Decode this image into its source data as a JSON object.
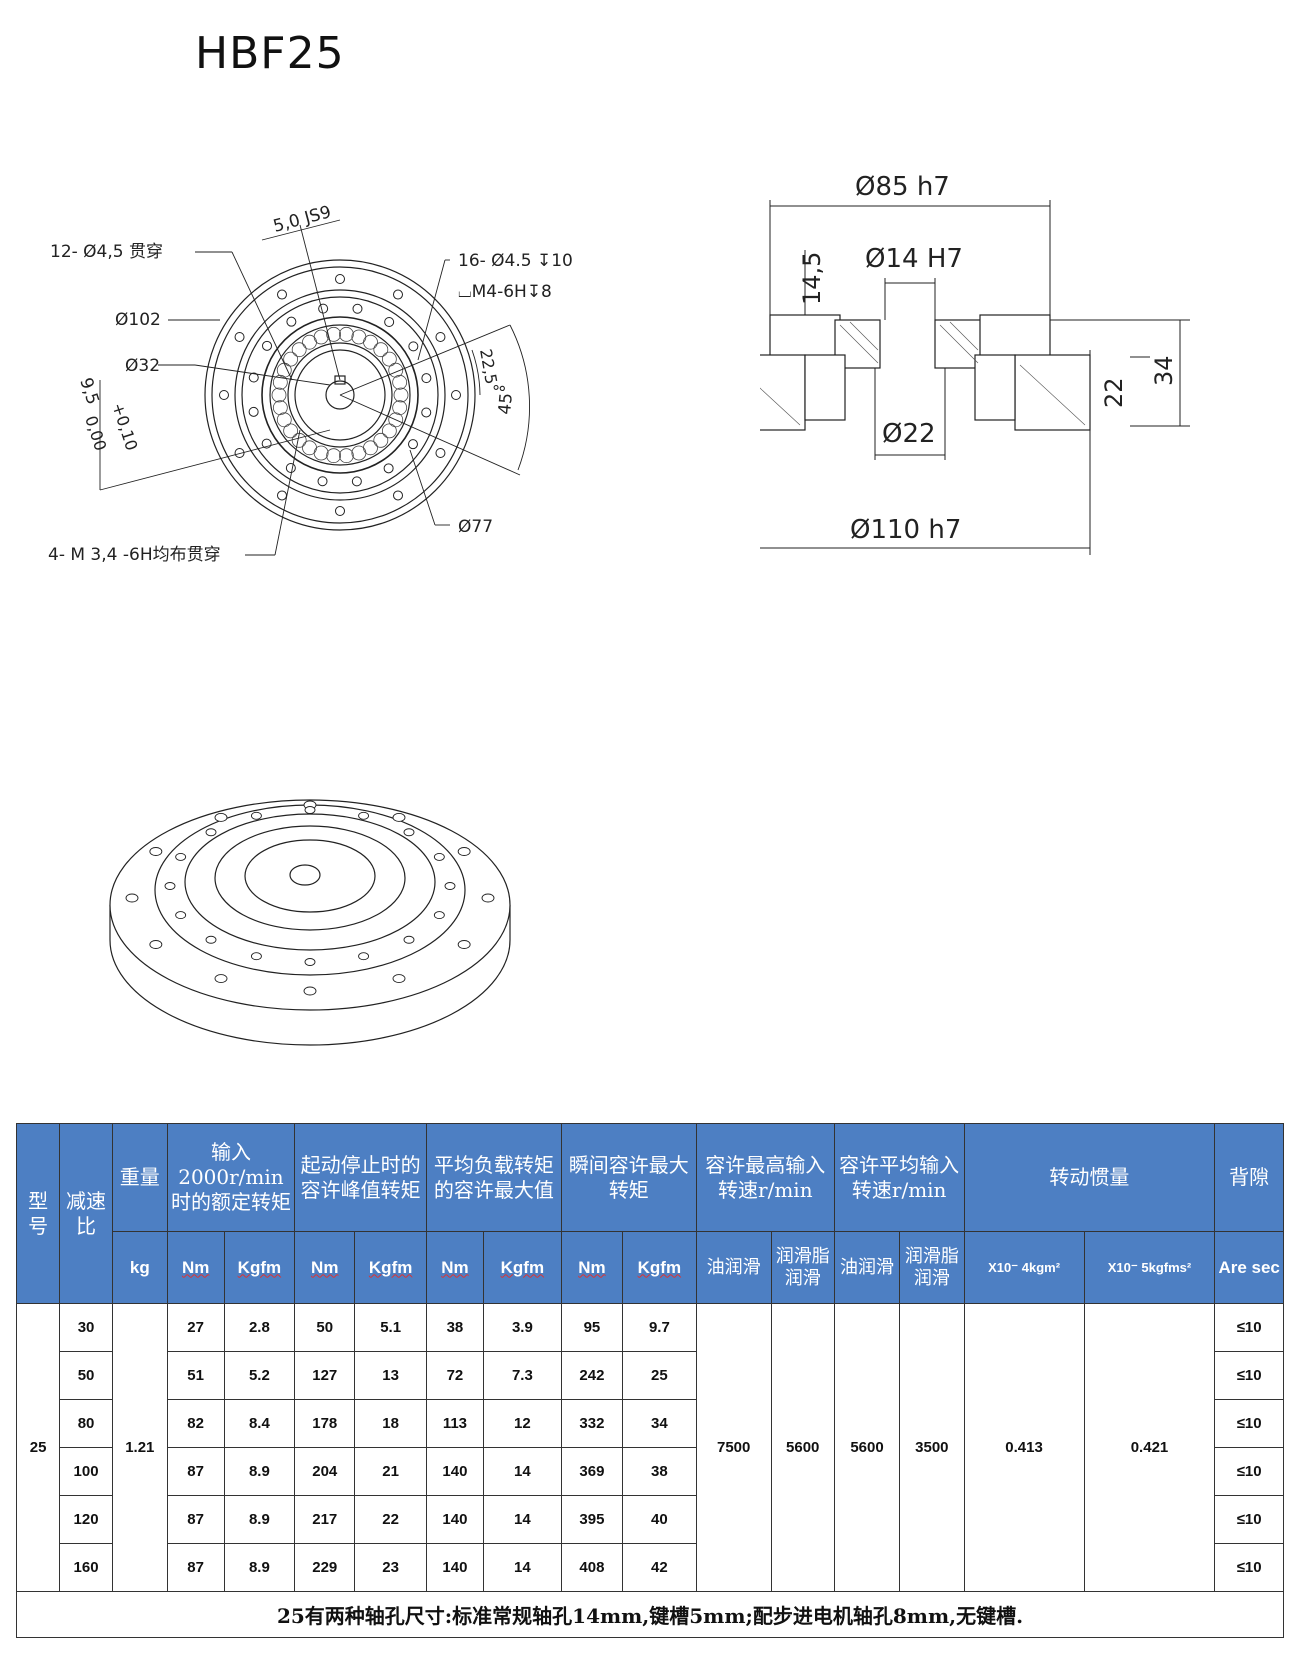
{
  "title": "HBF25",
  "front_view": {
    "callouts": [
      "12- Ø4,5 贯穿",
      "Ø102",
      "Ø32",
      "4- M 3,4 -6H均布贯穿",
      "16- Ø4.5 ↧10",
      "⌴M4-6H↧8",
      "Ø77"
    ],
    "keyway": "5,0 JS9",
    "hub_dim_a": "9,5",
    "hub_dim_b": "+0,10",
    "hub_dim_c": "0,00",
    "angle_a": "22,5°",
    "angle_b": "45°"
  },
  "section_view": {
    "d_outer_top": "Ø85 h7",
    "d_bore": "Ø14 H7",
    "h_top": "14,5",
    "d_inner": "Ø22",
    "d_outer_bottom": "Ø110 h7",
    "h_mid": "22",
    "h_total": "34"
  },
  "table": {
    "headers": {
      "model": "型号",
      "ratio": "减速比",
      "weight": "重量",
      "rated_torque": "输入2000r/min时的额定转矩",
      "start_stop_torque": "起动停止时的容许峰值转矩",
      "avg_load_torque": "平均负载转矩的容许最大值",
      "momentary_torque": "瞬间容许最大转矩",
      "max_input_speed": "容许最高输入转速r/min",
      "avg_input_speed": "容许平均输入转速r/min",
      "inertia": "转动惯量",
      "backlash": "背隙"
    },
    "units": {
      "kg": "kg",
      "nm": "Nm",
      "kgfm": "Kgfm",
      "oil": "油润滑",
      "grease": "润滑脂润滑",
      "inertia_a": "X10⁻ 4kgm²",
      "inertia_b": "X10⁻ 5kgfms²",
      "arcsec": "Are sec"
    },
    "model_value": "25",
    "weight_value": "1.21",
    "max_speed_oil": "7500",
    "max_speed_grease": "5600",
    "avg_speed_oil": "5600",
    "avg_speed_grease": "3500",
    "inertia_a_value": "0.413",
    "inertia_b_value": "0.421",
    "rows": [
      {
        "ratio": "30",
        "rated_nm": "27",
        "rated_kgfm": "2.8",
        "peak_nm": "50",
        "peak_kgfm": "5.1",
        "avg_nm": "38",
        "avg_kgfm": "3.9",
        "mom_nm": "95",
        "mom_kgfm": "9.7",
        "backlash": "≤10"
      },
      {
        "ratio": "50",
        "rated_nm": "51",
        "rated_kgfm": "5.2",
        "peak_nm": "127",
        "peak_kgfm": "13",
        "avg_nm": "72",
        "avg_kgfm": "7.3",
        "mom_nm": "242",
        "mom_kgfm": "25",
        "backlash": "≤10"
      },
      {
        "ratio": "80",
        "rated_nm": "82",
        "rated_kgfm": "8.4",
        "peak_nm": "178",
        "peak_kgfm": "18",
        "avg_nm": "113",
        "avg_kgfm": "12",
        "mom_nm": "332",
        "mom_kgfm": "34",
        "backlash": "≤10"
      },
      {
        "ratio": "100",
        "rated_nm": "87",
        "rated_kgfm": "8.9",
        "peak_nm": "204",
        "peak_kgfm": "21",
        "avg_nm": "140",
        "avg_kgfm": "14",
        "mom_nm": "369",
        "mom_kgfm": "38",
        "backlash": "≤10"
      },
      {
        "ratio": "120",
        "rated_nm": "87",
        "rated_kgfm": "8.9",
        "peak_nm": "217",
        "peak_kgfm": "22",
        "avg_nm": "140",
        "avg_kgfm": "14",
        "mom_nm": "395",
        "mom_kgfm": "40",
        "backlash": "≤10"
      },
      {
        "ratio": "160",
        "rated_nm": "87",
        "rated_kgfm": "8.9",
        "peak_nm": "229",
        "peak_kgfm": "23",
        "avg_nm": "140",
        "avg_kgfm": "14",
        "mom_nm": "408",
        "mom_kgfm": "42",
        "backlash": "≤10"
      }
    ],
    "footer": "25有两种轴孔尺寸:标准常规轴孔14mm,键槽5mm;配步进电机轴孔8mm,无键槽."
  }
}
